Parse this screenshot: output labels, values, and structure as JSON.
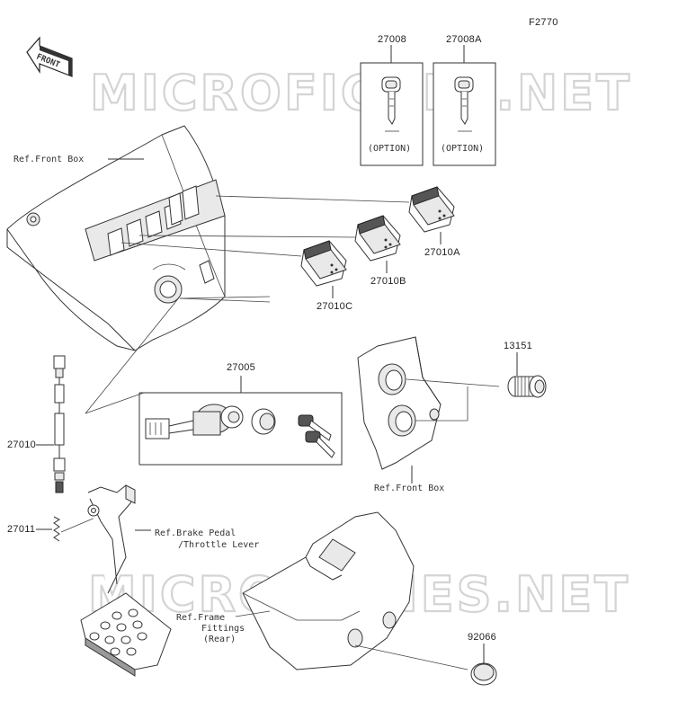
{
  "diagram_code": "F2770",
  "watermark": "MICROFICHES.NET",
  "direction": "FRONT",
  "parts": {
    "p27008": "27008",
    "p27008A": "27008A",
    "p27010A": "27010A",
    "p27010B": "27010B",
    "p27010C": "27010C",
    "p27005": "27005",
    "p13151": "13151",
    "p27010": "27010",
    "p27011": "27011",
    "p92066": "92066"
  },
  "labels": {
    "option1": "(OPTION)",
    "option2": "(OPTION)",
    "ref_front_box_top": "Ref.Front Box",
    "ref_front_box_right": "Ref.Front Box",
    "ref_brake_1": "Ref.Brake Pedal",
    "ref_brake_2": "/Throttle Lever",
    "ref_frame_1": "Ref.Frame",
    "ref_frame_2": "Fittings",
    "ref_frame_3": "(Rear)"
  }
}
